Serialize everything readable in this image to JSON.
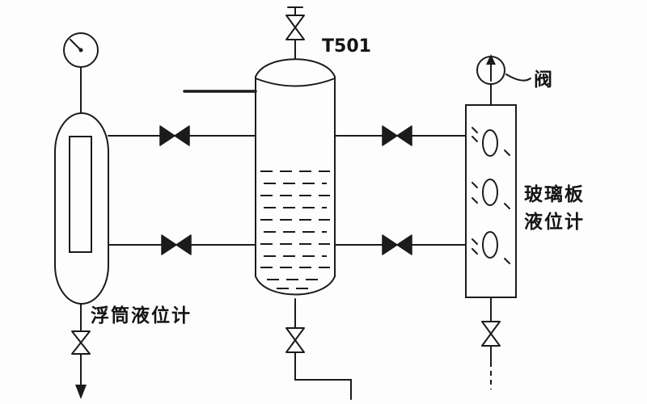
{
  "diagram": {
    "background_color": "#fdfdfd",
    "line_color": "#1b1b1b",
    "vessel": {
      "tag": "T501",
      "type": "process-column-with-liquid-level"
    },
    "left_gauge": {
      "type": "float-level-gauge",
      "label": "浮筒液位计"
    },
    "right_gauge": {
      "type": "glass-plate-level-gauge",
      "label_line1": "玻璃板",
      "label_line2": "液位计",
      "top_label": "阀"
    },
    "components": [
      "pressure-gauge",
      "float-level-gauge",
      "vent-valve",
      "vessel-T501",
      "feed-line",
      "isolation-valve-upper-left",
      "isolation-valve-lower-left",
      "isolation-valve-upper-right",
      "isolation-valve-lower-right",
      "drain-valve-left",
      "drain-valve-center",
      "drain-valve-right",
      "glass-plate-level-gauge"
    ]
  }
}
